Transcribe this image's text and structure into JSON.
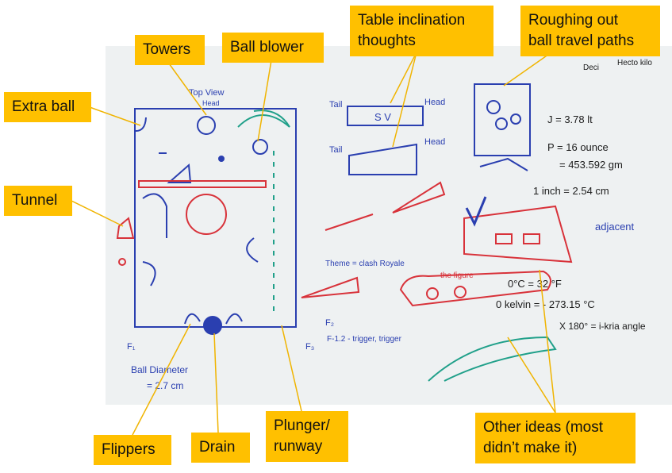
{
  "callouts": {
    "extra_ball": "Extra ball",
    "towers": "Towers",
    "ball_blower": "Ball blower",
    "table_inclination_line1": "Table inclination",
    "table_inclination_line2": "thoughts",
    "roughing_line1": "Roughing out",
    "roughing_line2": "ball travel paths",
    "tunnel": "Tunnel",
    "flippers": "Flippers",
    "drain": "Drain",
    "plunger_line1": "Plunger/",
    "plunger_line2": "runway",
    "other_line1": "Other ideas (most",
    "other_line2": "didn’t make it)"
  },
  "board_notes": {
    "top_view": "Top View",
    "head": "Head",
    "tail_1": "Tail",
    "head_1": "Head",
    "sv": "S V",
    "tail_2": "Tail",
    "head_2": "Head",
    "theme": "Theme = clash Royale",
    "ball_diameter": "Ball Diameter",
    "ball_diameter_value": "= 2.7 cm",
    "f1": "F₁",
    "f2": "F₂",
    "f3": "F₃",
    "trigger": "F-1.2 - trigger, trigger",
    "j_value": "J = 3.78 lt",
    "p_value": "P = 16 ounce",
    "grams": "= 453.592 gm",
    "inch": "1 inch = 2.54 cm",
    "adjacent": "adjacent",
    "zero_c": "0°C = 32 °F",
    "kelvin": "0 kelvin = - 273.15 °C",
    "angle": "X 180° = i-kria angle",
    "deci": "Deci",
    "hecto": "Hecto kilo",
    "figure": "the figure"
  },
  "colors": {
    "callout_bg": "#ffc000",
    "board": "#eef1f2",
    "marker_blue": "#2a3fb0",
    "marker_red": "#d8323a",
    "marker_green": "#20a08a",
    "leader": "#f0b400"
  }
}
